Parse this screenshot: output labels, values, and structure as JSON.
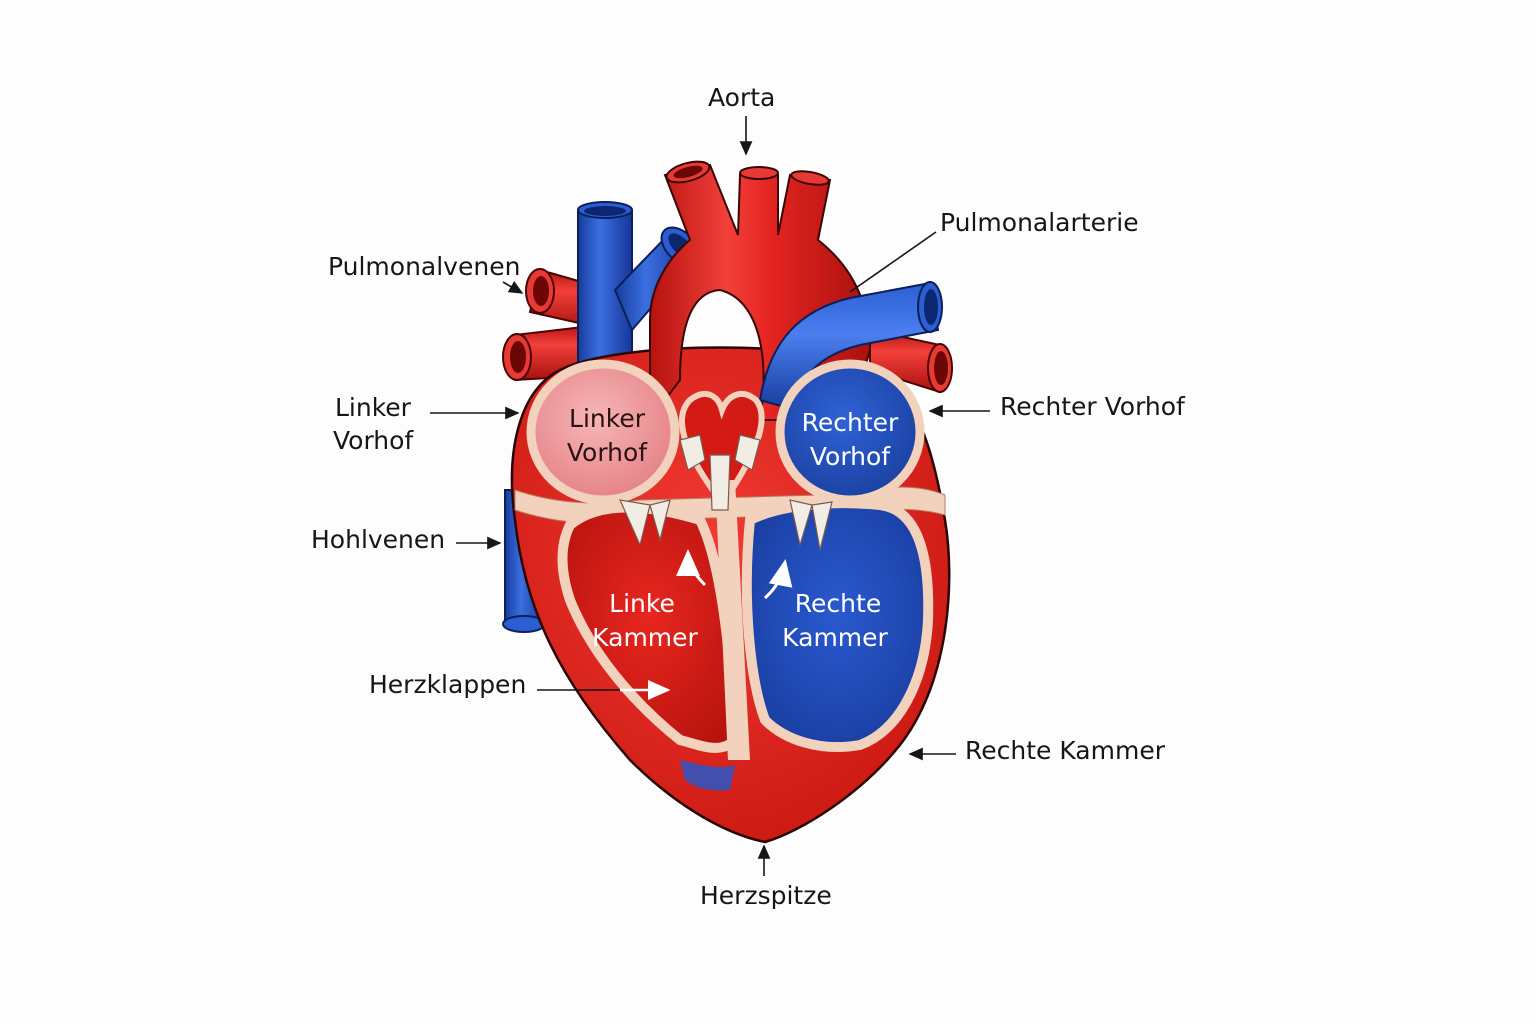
{
  "diagram": {
    "type": "anatomical-heart",
    "language": "de",
    "colors": {
      "oxygenated": "#e0211e",
      "deoxygenated": "#1f4fc0",
      "tissue_outline": "#f3d2bd",
      "left_atrium_fill": "#ef9fa2",
      "background": "#fdfdfd",
      "label_text": "#161616"
    },
    "external_labels": {
      "aorta": "Aorta",
      "pulmonalarterie": "Pulmonalarterie",
      "pulmonalvenen": "Pulmonalvenen",
      "linker_vorhof_line1": "Linker",
      "linker_vorhof_line2": "Vorhof",
      "rechter_vorhof": "Rechter Vorhof",
      "hohlvenen": "Hohlvenen",
      "herzklappen": "Herzklappen",
      "rechte_kammer": "Rechte Kammer",
      "herzspitze": "Herzspitze"
    },
    "chamber_labels": {
      "left_atrium_line1": "Linker",
      "left_atrium_line2": "Vorhof",
      "right_atrium_line1": "Rechter",
      "right_atrium_line2": "Vorhof",
      "left_ventricle_line1": "Linke",
      "left_ventricle_line2": "Kammer",
      "right_ventricle_line1": "Rechte",
      "right_ventricle_line2": "Kammer"
    }
  }
}
